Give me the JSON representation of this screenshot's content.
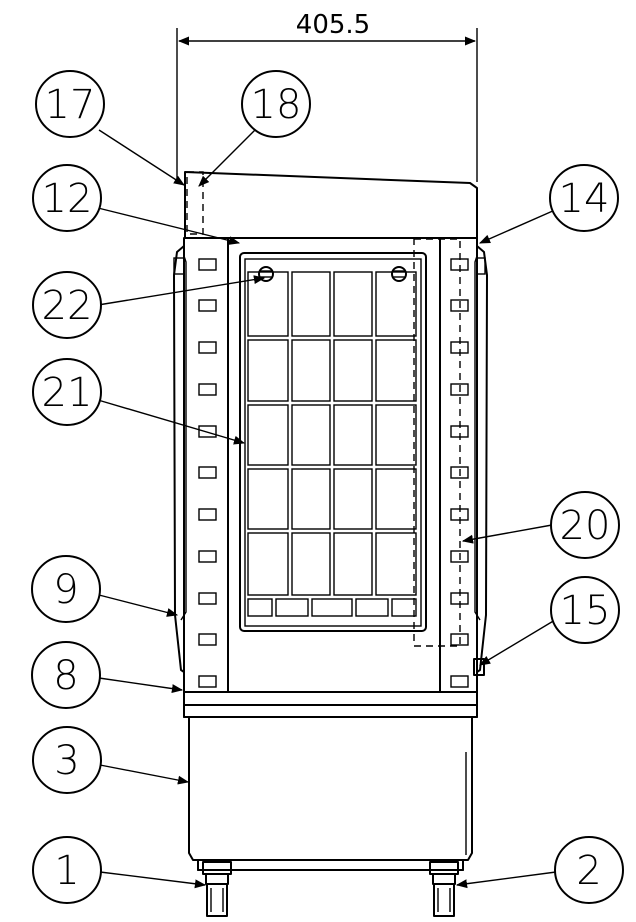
{
  "dimension": {
    "value": "405.5"
  },
  "callouts": [
    "17",
    "18",
    "12",
    "14",
    "22",
    "21",
    "20",
    "9",
    "15",
    "8",
    "3",
    "1",
    "2"
  ]
}
